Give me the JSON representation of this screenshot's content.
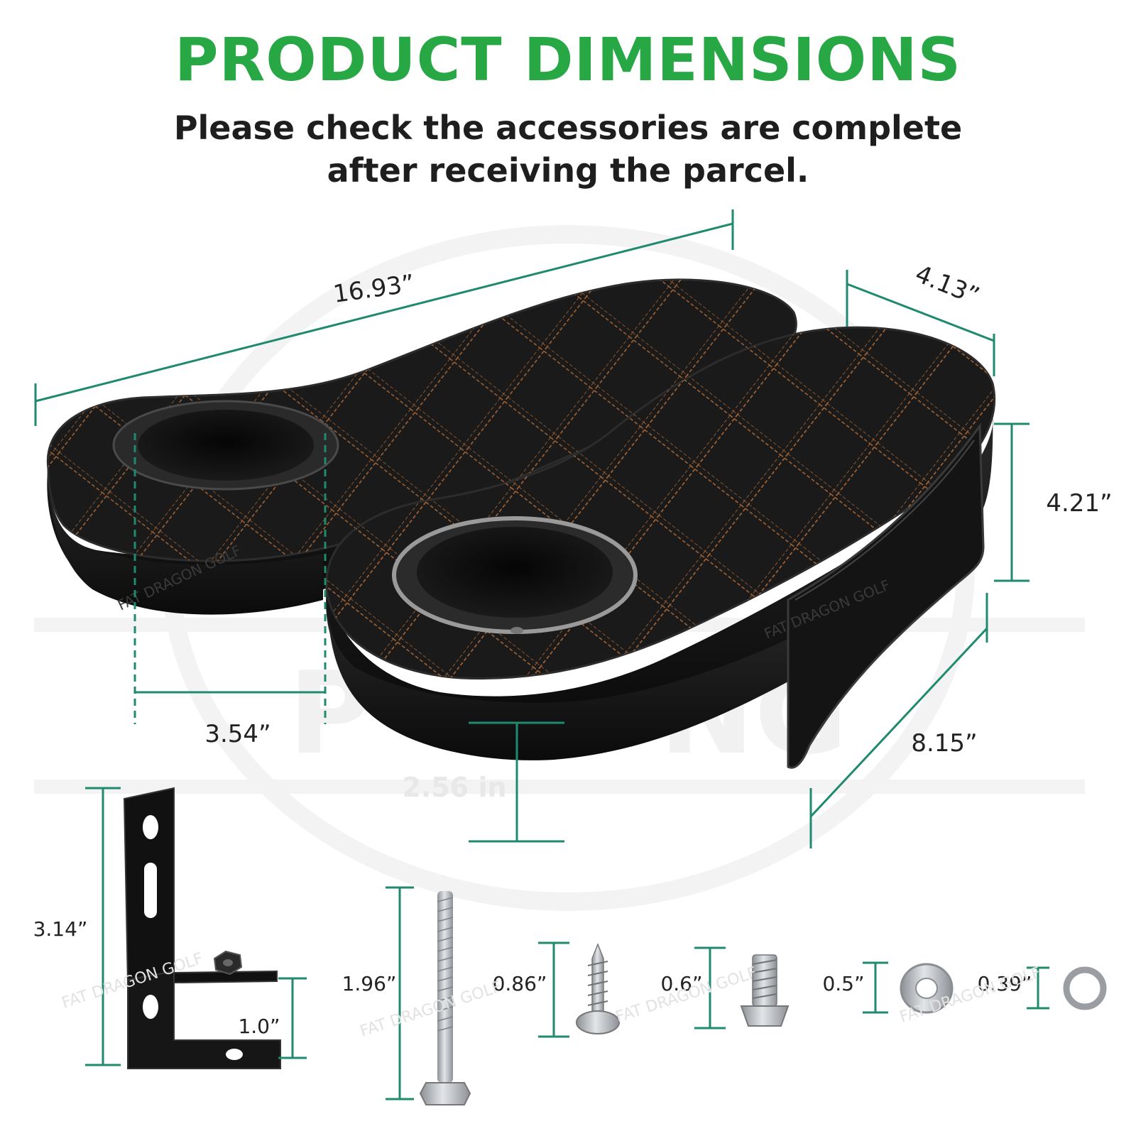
{
  "header": {
    "title": "PRODUCT DIMENSIONS",
    "subtitle_line1": "Please check the accessories are complete",
    "subtitle_line2": "after receiving the parcel."
  },
  "watermark": {
    "brand": "FAT DRAGON GOLF"
  },
  "colors": {
    "title_green": "#27a844",
    "dimension_line_teal": "#1f8a6e",
    "leather": "#141414",
    "stitching": "#c4743a",
    "cup_ring": "#2a2a2a",
    "steel": "#b8bcc0"
  },
  "armrest_dimensions": {
    "overall_length": "16.93”",
    "width": "4.13”",
    "pocket_height": "4.21”",
    "cup_holder_diameter": "3.54”",
    "height": "2.56 in",
    "pocket_length": "8.15”"
  },
  "hardware_dimensions": {
    "bracket_height": "3.14”",
    "bracket_foot": "1.0”",
    "bolt_length": "1.96”",
    "wood_screw_length": "0.86”",
    "machine_screw_length": "0.6”",
    "flat_washer": "0.5”",
    "spring_washer": "0.39”"
  }
}
